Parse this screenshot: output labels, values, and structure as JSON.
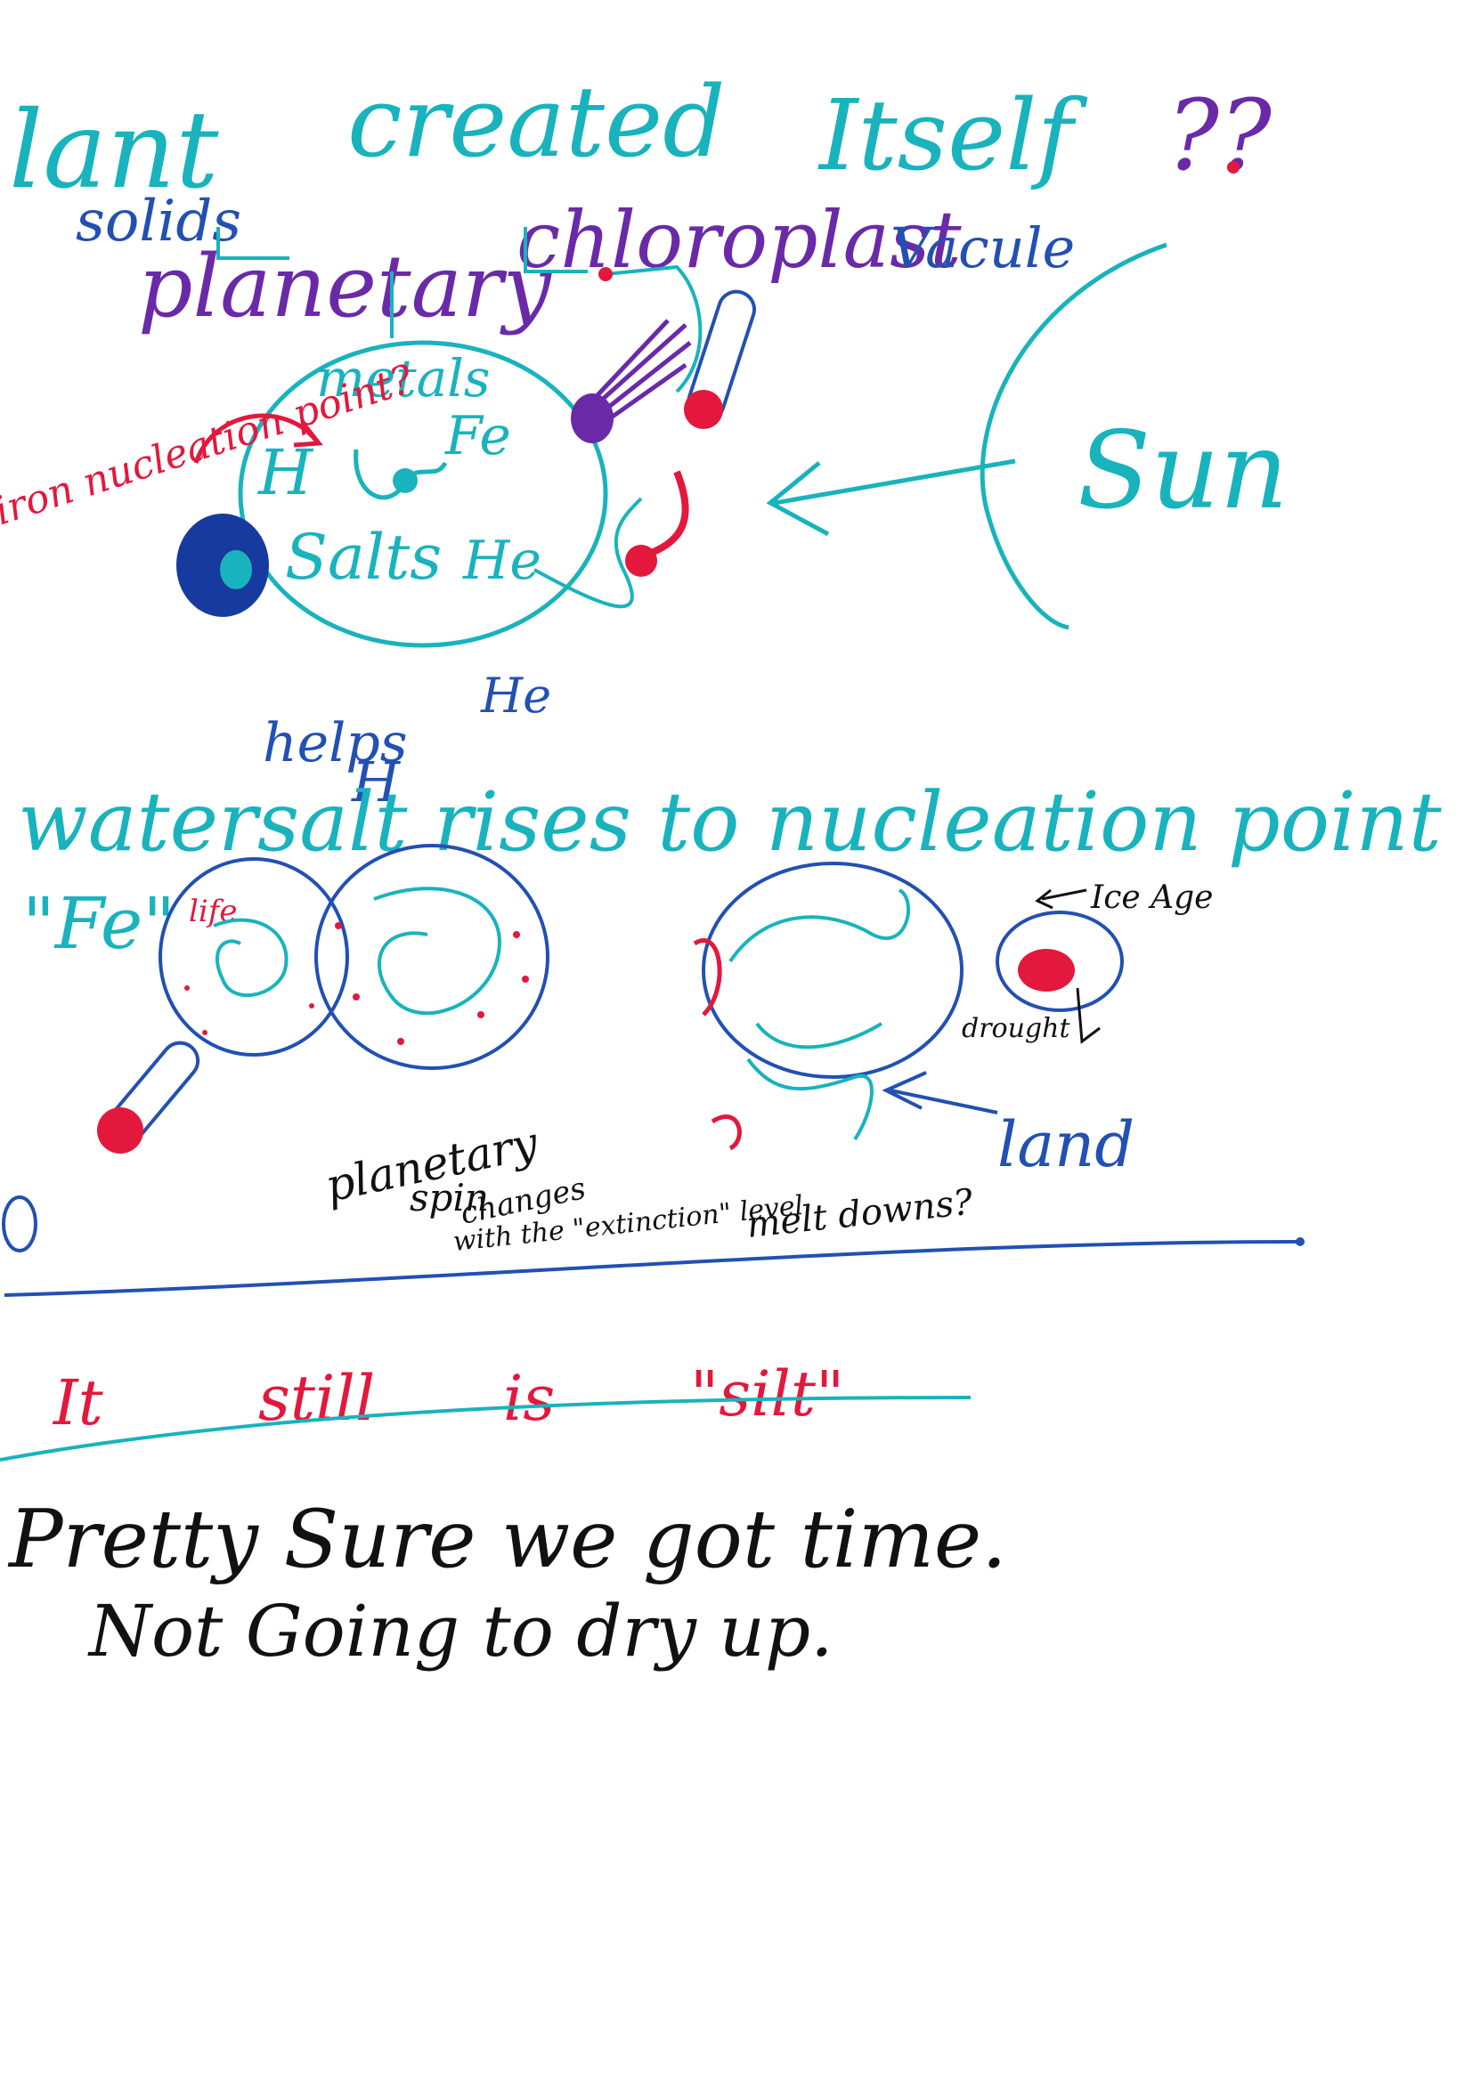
{
  "colors": {
    "teal": "#19b3bd",
    "blue": "#2250b3",
    "purple": "#6a2aa8",
    "red": "#e3183c",
    "black": "#111111"
  },
  "title": {
    "word1": "lant",
    "word2": "created",
    "word3": "Itself",
    "marks": "??"
  },
  "top": {
    "solids": "solids",
    "planetary": "planetary",
    "chloroplast": "chloroplast",
    "vacule": "Vacule",
    "metals": "metals",
    "fe": "Fe",
    "h": "H",
    "salts": "Salts",
    "he": "He",
    "sun": "Sun",
    "iron_nucleation": "iron nucleation point?"
  },
  "middle": {
    "helps": "helps",
    "he2": "He",
    "h2": "H",
    "water_rises": "watersalt rises to nucleation point",
    "fe_quote": "\"Fe\"",
    "life": "life",
    "ice_age": "Ice Age",
    "drought": "drought",
    "land": "land"
  },
  "spin_note": {
    "line1": "planetary",
    "line2": "spin",
    "line3": "changes",
    "line4": "with the \"extinction\" level",
    "line5": "melt downs?"
  },
  "silt_line": {
    "w1": "It",
    "w2": "still",
    "w3": "is",
    "w4": "\"silt\""
  },
  "closing": {
    "line1": "Pretty Sure we got time.",
    "line2": "Not Going to dry up."
  }
}
